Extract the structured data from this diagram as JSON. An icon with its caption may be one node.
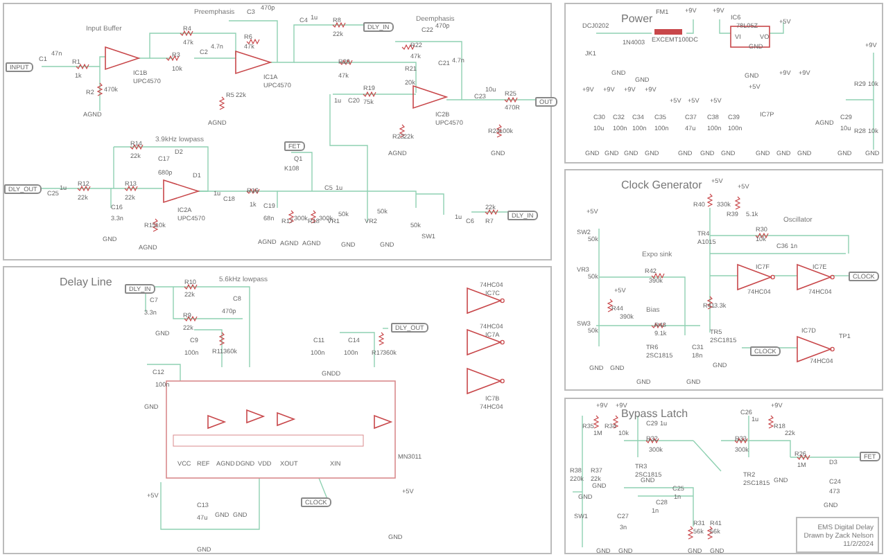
{
  "diagram": {
    "nodes": [
      {
        "text": [],
        "shape": "box"
      },
      {
        "text": [
          "Delay Line"
        ]
      },
      {
        "text": [
          "Power"
        ]
      },
      {
        "text": [
          "Clock Generator"
        ]
      },
      {
        "text": [
          "Bypass Latch"
        ]
      },
      {
        "text": [
          "EMS Digital Delay",
          "Drawn by Zack Nelson",
          "11/2/2024"
        ],
        "in": 4
      }
    ],
    "edges": [],
    "labels": [
      "Input Buffer",
      "Preemphasis",
      "Deemphasis",
      "INPUT",
      "C1",
      "47n",
      "R1",
      "1k",
      "R2",
      "470k",
      "AGND",
      "IC1B",
      "UPC4570",
      "R4",
      "47k",
      "R3",
      "10k",
      "C2",
      "4.7n",
      "C3",
      "470p",
      "R6",
      "47k",
      "IC1A",
      "UPC4570",
      "R5",
      "22k",
      "AGND",
      "C4",
      "1u",
      "R8",
      "22k",
      "DLY_IN",
      "C22",
      "470p",
      "R22",
      "47k",
      "R20",
      "47k",
      "R21",
      "20k",
      "C21",
      "4.7n",
      "1u",
      "C20",
      "R19",
      "75k",
      "IC2B",
      "UPC4570",
      "R23",
      "22k",
      "AGND",
      "C23",
      "10u",
      "R25",
      "470R",
      "OUT",
      "R24",
      "100k",
      "GND",
      "3.9kHz lowpass",
      "R14",
      "22k",
      "C17",
      "680p",
      "D2",
      "D1",
      "DLY_OUT",
      "C25",
      "1u",
      "R12",
      "22k",
      "C16",
      "3.3n",
      "GND",
      "R13",
      "22k",
      "IC2A",
      "UPC4570",
      "R15",
      "10k",
      "AGND",
      "C18",
      "1u",
      "R16",
      "1k",
      "C19",
      "68n",
      "AGND",
      "FET",
      "Q1",
      "K108",
      "R17",
      "300k",
      "AGND",
      "R18",
      "300k",
      "AGND",
      "C5",
      "1u",
      "VR1",
      "50k",
      "GND",
      "VR2",
      "50k",
      "GND",
      "SW1",
      "50k",
      "C6",
      "1u",
      "22k",
      "R7",
      "DLY_IN",
      "DLY_IN",
      "R10",
      "22k",
      "5.6kHz lowpass",
      "C7",
      "3.3n",
      "GND",
      "R9",
      "22k",
      "C8",
      "470p",
      "C9",
      "100n",
      "R11",
      "360k",
      "C11",
      "100n",
      "GNDD",
      "C14",
      "100n",
      "R17",
      "360k",
      "DLY_OUT",
      "C12",
      "100n",
      "GND",
      "VCC",
      "REF",
      "AGND",
      "DGND",
      "VDD",
      "XOUT",
      "XIN",
      "MN3011",
      "+5V",
      "C13",
      "47u",
      "GND",
      "GND",
      "GND",
      "CLOCK",
      "+5V",
      "GND",
      "74HC04",
      "IC7C",
      "74HC04",
      "IC7A",
      "IC7B",
      "74HC04",
      "DCJ0202",
      "JK1",
      "GND",
      "1N4003",
      "GND",
      "FM1",
      "EXCEMT100DC",
      "+9V",
      "+9V",
      "IC6",
      "78L05Z",
      "VI",
      "VO",
      "GND",
      "+5V",
      "GND",
      "+9V",
      "+9V",
      "+9V",
      "+9V",
      "C30",
      "10u",
      "C32",
      "100n",
      "C34",
      "100n",
      "C35",
      "100n",
      "+5V",
      "+5V",
      "+5V",
      "C37",
      "47u",
      "C38",
      "100n",
      "C39",
      "100n",
      "+5V",
      "+9V",
      "+9V",
      "IC7P",
      "AGND",
      "C29",
      "10u",
      "+9V",
      "R29",
      "10k",
      "R28",
      "10k",
      "GND",
      "GND",
      "GND",
      "GND",
      "GND",
      "GND",
      "GND",
      "GND",
      "GND",
      "GND",
      "GND",
      "GND",
      "+5V",
      "SW2",
      "50k",
      "VR3",
      "50k",
      "SW3",
      "50k",
      "Expo sink",
      "R42",
      "390k",
      "+5V",
      "R44",
      "390k",
      "Bias",
      "R43",
      "9.1k",
      "TR6",
      "2SC1815",
      "C31",
      "18n",
      "TR5",
      "2SC1815",
      "GND",
      "GND",
      "GND",
      "GND",
      "GND",
      "+5V",
      "R40",
      "330k",
      "+5V",
      "R39",
      "5.1k",
      "Oscillator",
      "TR4",
      "A1015",
      "R30",
      "10k",
      "C36",
      "1n",
      "IC7F",
      "74HC04",
      "IC7E",
      "74HC04",
      "R41",
      "3.3k",
      "CLOCK",
      "CLOCK",
      "IC7D",
      "74HC04",
      "TP1",
      "+9V",
      "+9V",
      "+9V",
      "R35",
      "1M",
      "R34",
      "10k",
      "C29",
      "1u",
      "R32",
      "300k",
      "C26",
      "1u",
      "R33",
      "300k",
      "R18",
      "22k",
      "TR3",
      "2SC1815",
      "TR2",
      "2SC1815",
      "R26",
      "1M",
      "D3",
      "FET",
      "C24",
      "473",
      "GND",
      "R38",
      "220k",
      "R37",
      "22k",
      "GND",
      "GND",
      "GND",
      "GND",
      "C25",
      "1n",
      "C28",
      "1n",
      "C27",
      "3n",
      "SW1",
      "R31",
      "56k",
      "R41",
      "56k",
      "GND",
      "GND",
      "GND",
      "GND"
    ]
  }
}
